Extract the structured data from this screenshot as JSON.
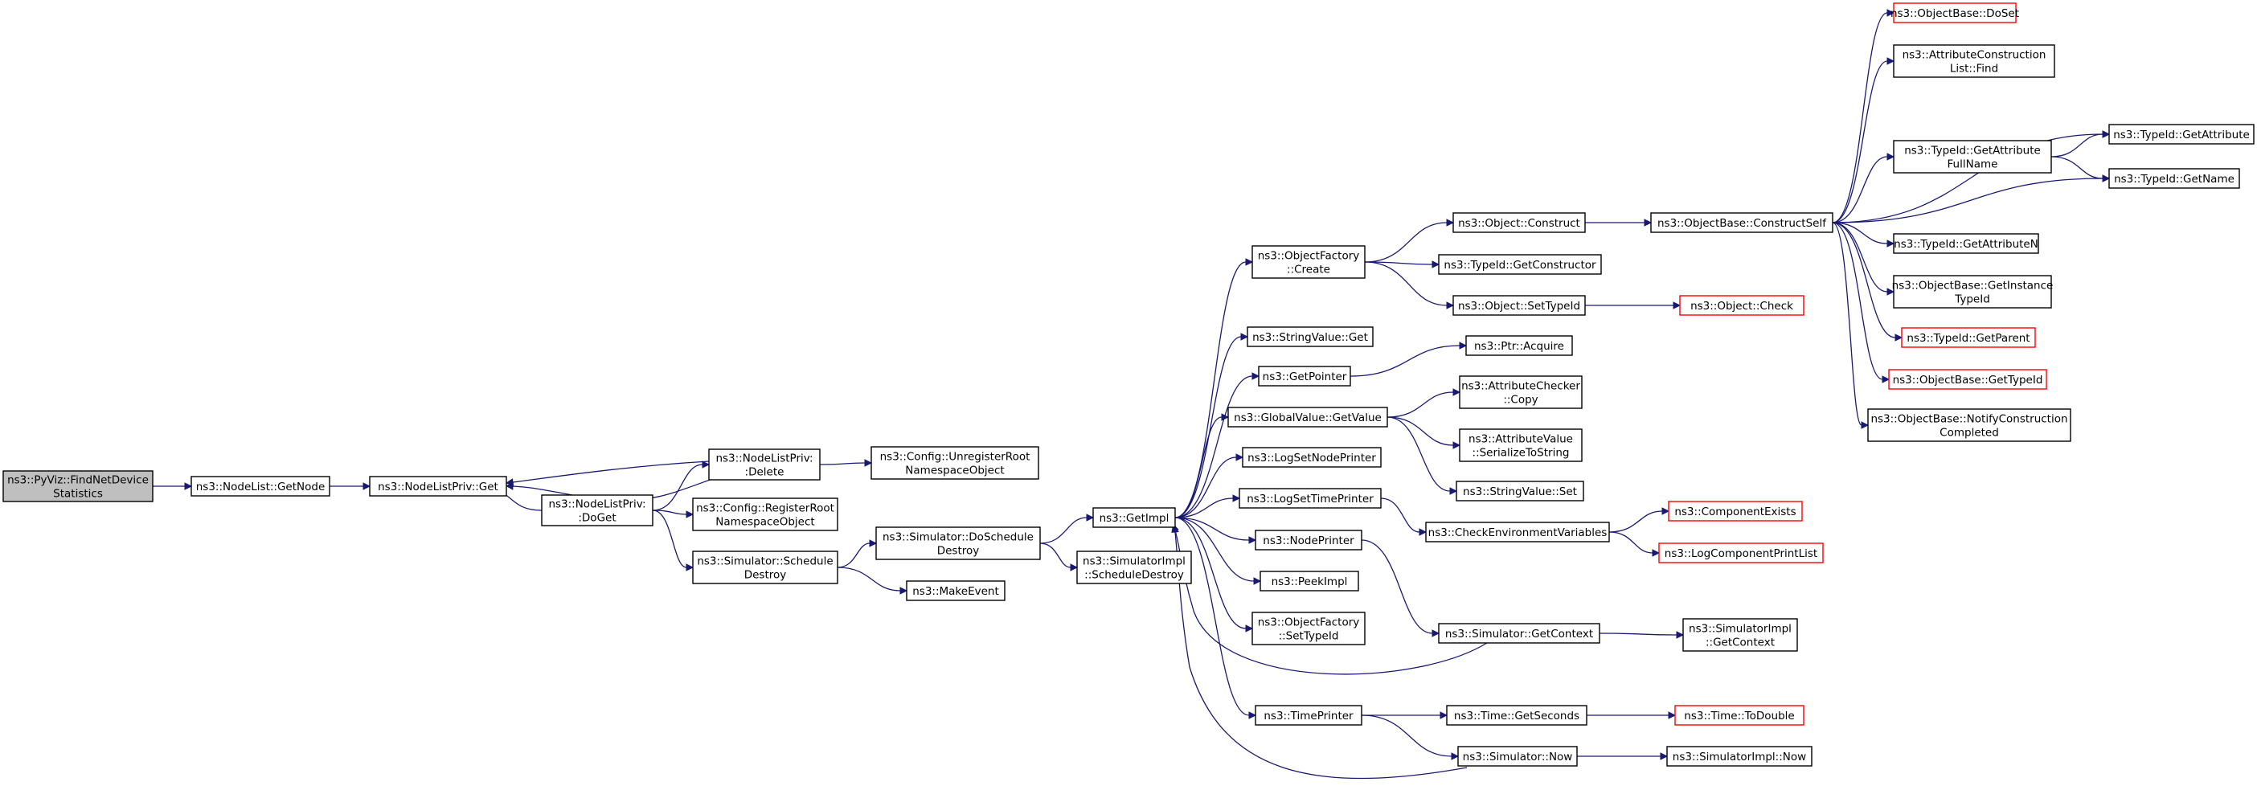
{
  "colors": {
    "edge": "#191970",
    "node_border": "#000000",
    "truncated_border": "#ff0000",
    "root_fill": "#bfbfbf",
    "node_fill": "#ffffff",
    "text": "#000000"
  },
  "graph": {
    "nodes": [
      {
        "id": "root",
        "lines": [
          "ns3::PyViz::FindNetDevice",
          "Statistics"
        ],
        "root": true
      },
      {
        "id": "n_getnode",
        "lines": [
          "ns3::NodeList::GetNode"
        ]
      },
      {
        "id": "n_get",
        "lines": [
          "ns3::NodeListPriv::Get"
        ]
      },
      {
        "id": "n_delete",
        "lines": [
          "ns3::NodeListPriv:",
          ":Delete"
        ]
      },
      {
        "id": "n_doget",
        "lines": [
          "ns3::NodeListPriv:",
          ":DoGet"
        ]
      },
      {
        "id": "n_unreg",
        "lines": [
          "ns3::Config::UnregisterRoot",
          "NamespaceObject"
        ]
      },
      {
        "id": "n_reg",
        "lines": [
          "ns3::Config::RegisterRoot",
          "NamespaceObject"
        ]
      },
      {
        "id": "n_schedd",
        "lines": [
          "ns3::Simulator::Schedule",
          "Destroy"
        ]
      },
      {
        "id": "n_doschedd",
        "lines": [
          "ns3::Simulator::DoSchedule",
          "Destroy"
        ]
      },
      {
        "id": "n_makeev",
        "lines": [
          "ns3::MakeEvent"
        ]
      },
      {
        "id": "n_getimpl",
        "lines": [
          "ns3::GetImpl"
        ]
      },
      {
        "id": "n_simimplsd",
        "lines": [
          "ns3::SimulatorImpl",
          "::ScheduleDestroy"
        ]
      },
      {
        "id": "n_ofcreate",
        "lines": [
          "ns3::ObjectFactory",
          "::Create"
        ]
      },
      {
        "id": "n_svget",
        "lines": [
          "ns3::StringValue::Get"
        ]
      },
      {
        "id": "n_getptr",
        "lines": [
          "ns3::GetPointer"
        ]
      },
      {
        "id": "n_gvget",
        "lines": [
          "ns3::GlobalValue::GetValue"
        ]
      },
      {
        "id": "n_lsnp",
        "lines": [
          "ns3::LogSetNodePrinter"
        ]
      },
      {
        "id": "n_lstp",
        "lines": [
          "ns3::LogSetTimePrinter"
        ]
      },
      {
        "id": "n_nodeprinter",
        "lines": [
          "ns3::NodePrinter"
        ]
      },
      {
        "id": "n_peekimpl",
        "lines": [
          "ns3::PeekImpl"
        ]
      },
      {
        "id": "n_ofsettid",
        "lines": [
          "ns3::ObjectFactory",
          "::SetTypeId"
        ]
      },
      {
        "id": "n_timeprinter",
        "lines": [
          "ns3::TimePrinter"
        ]
      },
      {
        "id": "n_objconstruct",
        "lines": [
          "ns3::Object::Construct"
        ]
      },
      {
        "id": "n_tidgetctor",
        "lines": [
          "ns3::TypeId::GetConstructor"
        ]
      },
      {
        "id": "n_objsettid",
        "lines": [
          "ns3::Object::SetTypeId"
        ]
      },
      {
        "id": "n_ptracq",
        "lines": [
          "ns3::Ptr::Acquire"
        ]
      },
      {
        "id": "n_acheck",
        "lines": [
          "ns3::AttributeChecker",
          "::Copy"
        ]
      },
      {
        "id": "n_avser",
        "lines": [
          "ns3::AttributeValue",
          "::SerializeToString"
        ]
      },
      {
        "id": "n_svset",
        "lines": [
          "ns3::StringValue::Set"
        ]
      },
      {
        "id": "n_checkenv",
        "lines": [
          "ns3::CheckEnvironmentVariables"
        ]
      },
      {
        "id": "n_simgetctx",
        "lines": [
          "ns3::Simulator::GetContext"
        ]
      },
      {
        "id": "n_timegets",
        "lines": [
          "ns3::Time::GetSeconds"
        ]
      },
      {
        "id": "n_simnow",
        "lines": [
          "ns3::Simulator::Now"
        ]
      },
      {
        "id": "n_obconstself",
        "lines": [
          "ns3::ObjectBase::ConstructSelf"
        ]
      },
      {
        "id": "n_objcheck",
        "lines": [
          "ns3::Object::Check"
        ],
        "truncated": true
      },
      {
        "id": "n_compexists",
        "lines": [
          "ns3::ComponentExists"
        ],
        "truncated": true
      },
      {
        "id": "n_logcpl",
        "lines": [
          "ns3::LogComponentPrintList"
        ],
        "truncated": true
      },
      {
        "id": "n_simimplgetctx",
        "lines": [
          "ns3::SimulatorImpl",
          "::GetContext"
        ]
      },
      {
        "id": "n_timetodouble",
        "lines": [
          "ns3::Time::ToDouble"
        ],
        "truncated": true
      },
      {
        "id": "n_simimplnow",
        "lines": [
          "ns3::SimulatorImpl::Now"
        ]
      },
      {
        "id": "n_obdoset",
        "lines": [
          "ns3::ObjectBase::DoSet"
        ],
        "truncated": true
      },
      {
        "id": "n_aclfind",
        "lines": [
          "ns3::AttributeConstruction",
          "List::Find"
        ]
      },
      {
        "id": "n_tidgafn",
        "lines": [
          "ns3::TypeId::GetAttribute",
          "FullName"
        ]
      },
      {
        "id": "n_tidgetattr",
        "lines": [
          "ns3::TypeId::GetAttribute"
        ]
      },
      {
        "id": "n_tidgetname",
        "lines": [
          "ns3::TypeId::GetName"
        ]
      },
      {
        "id": "n_tidgetattrn",
        "lines": [
          "ns3::TypeId::GetAttributeN"
        ]
      },
      {
        "id": "n_obgetinst",
        "lines": [
          "ns3::ObjectBase::GetInstance",
          "TypeId"
        ]
      },
      {
        "id": "n_tidgetparent",
        "lines": [
          "ns3::TypeId::GetParent"
        ],
        "truncated": true
      },
      {
        "id": "n_obgettid",
        "lines": [
          "ns3::ObjectBase::GetTypeId"
        ],
        "truncated": true
      },
      {
        "id": "n_obnotify",
        "lines": [
          "ns3::ObjectBase::NotifyConstruction",
          "Completed"
        ]
      }
    ],
    "edges": [
      [
        "root",
        "n_getnode"
      ],
      [
        "n_getnode",
        "n_get"
      ],
      [
        "n_get",
        "n_doget"
      ],
      [
        "n_doget",
        "n_get"
      ],
      [
        "n_doget",
        "n_delete"
      ],
      [
        "n_delete",
        "n_get"
      ],
      [
        "n_delete",
        "n_doget"
      ],
      [
        "n_delete",
        "n_unreg"
      ],
      [
        "n_doget",
        "n_reg"
      ],
      [
        "n_doget",
        "n_schedd"
      ],
      [
        "n_schedd",
        "n_doschedd"
      ],
      [
        "n_schedd",
        "n_makeev"
      ],
      [
        "n_doschedd",
        "n_getimpl"
      ],
      [
        "n_doschedd",
        "n_simimplsd"
      ],
      [
        "n_getimpl",
        "n_ofcreate"
      ],
      [
        "n_getimpl",
        "n_svget"
      ],
      [
        "n_getimpl",
        "n_getptr"
      ],
      [
        "n_getimpl",
        "n_gvget"
      ],
      [
        "n_getimpl",
        "n_lsnp"
      ],
      [
        "n_getimpl",
        "n_lstp"
      ],
      [
        "n_getimpl",
        "n_nodeprinter"
      ],
      [
        "n_getimpl",
        "n_peekimpl"
      ],
      [
        "n_getimpl",
        "n_ofsettid"
      ],
      [
        "n_getimpl",
        "n_timeprinter"
      ],
      [
        "n_ofcreate",
        "n_objconstruct"
      ],
      [
        "n_ofcreate",
        "n_tidgetctor"
      ],
      [
        "n_ofcreate",
        "n_objsettid"
      ],
      [
        "n_objconstruct",
        "n_obconstself"
      ],
      [
        "n_objsettid",
        "n_objcheck"
      ],
      [
        "n_getptr",
        "n_ptracq"
      ],
      [
        "n_gvget",
        "n_acheck"
      ],
      [
        "n_gvget",
        "n_avser"
      ],
      [
        "n_gvget",
        "n_svset"
      ],
      [
        "n_lstp",
        "n_checkenv"
      ],
      [
        "n_checkenv",
        "n_compexists"
      ],
      [
        "n_checkenv",
        "n_logcpl"
      ],
      [
        "n_nodeprinter",
        "n_simgetctx"
      ],
      [
        "n_simgetctx",
        "n_getimpl"
      ],
      [
        "n_simgetctx",
        "n_simimplgetctx"
      ],
      [
        "n_timeprinter",
        "n_timegets"
      ],
      [
        "n_timeprinter",
        "n_simnow"
      ],
      [
        "n_timegets",
        "n_timetodouble"
      ],
      [
        "n_simnow",
        "n_getimpl"
      ],
      [
        "n_simnow",
        "n_simimplnow"
      ],
      [
        "n_obconstself",
        "n_obdoset"
      ],
      [
        "n_obconstself",
        "n_aclfind"
      ],
      [
        "n_obconstself",
        "n_tidgetattr"
      ],
      [
        "n_obconstself",
        "n_tidgafn"
      ],
      [
        "n_obconstself",
        "n_tidgetname"
      ],
      [
        "n_obconstself",
        "n_tidgetattrn"
      ],
      [
        "n_obconstself",
        "n_obgetinst"
      ],
      [
        "n_obconstself",
        "n_tidgetparent"
      ],
      [
        "n_obconstself",
        "n_obgettid"
      ],
      [
        "n_obconstself",
        "n_obnotify"
      ],
      [
        "n_tidgafn",
        "n_tidgetattr"
      ],
      [
        "n_tidgafn",
        "n_tidgetname"
      ]
    ]
  }
}
